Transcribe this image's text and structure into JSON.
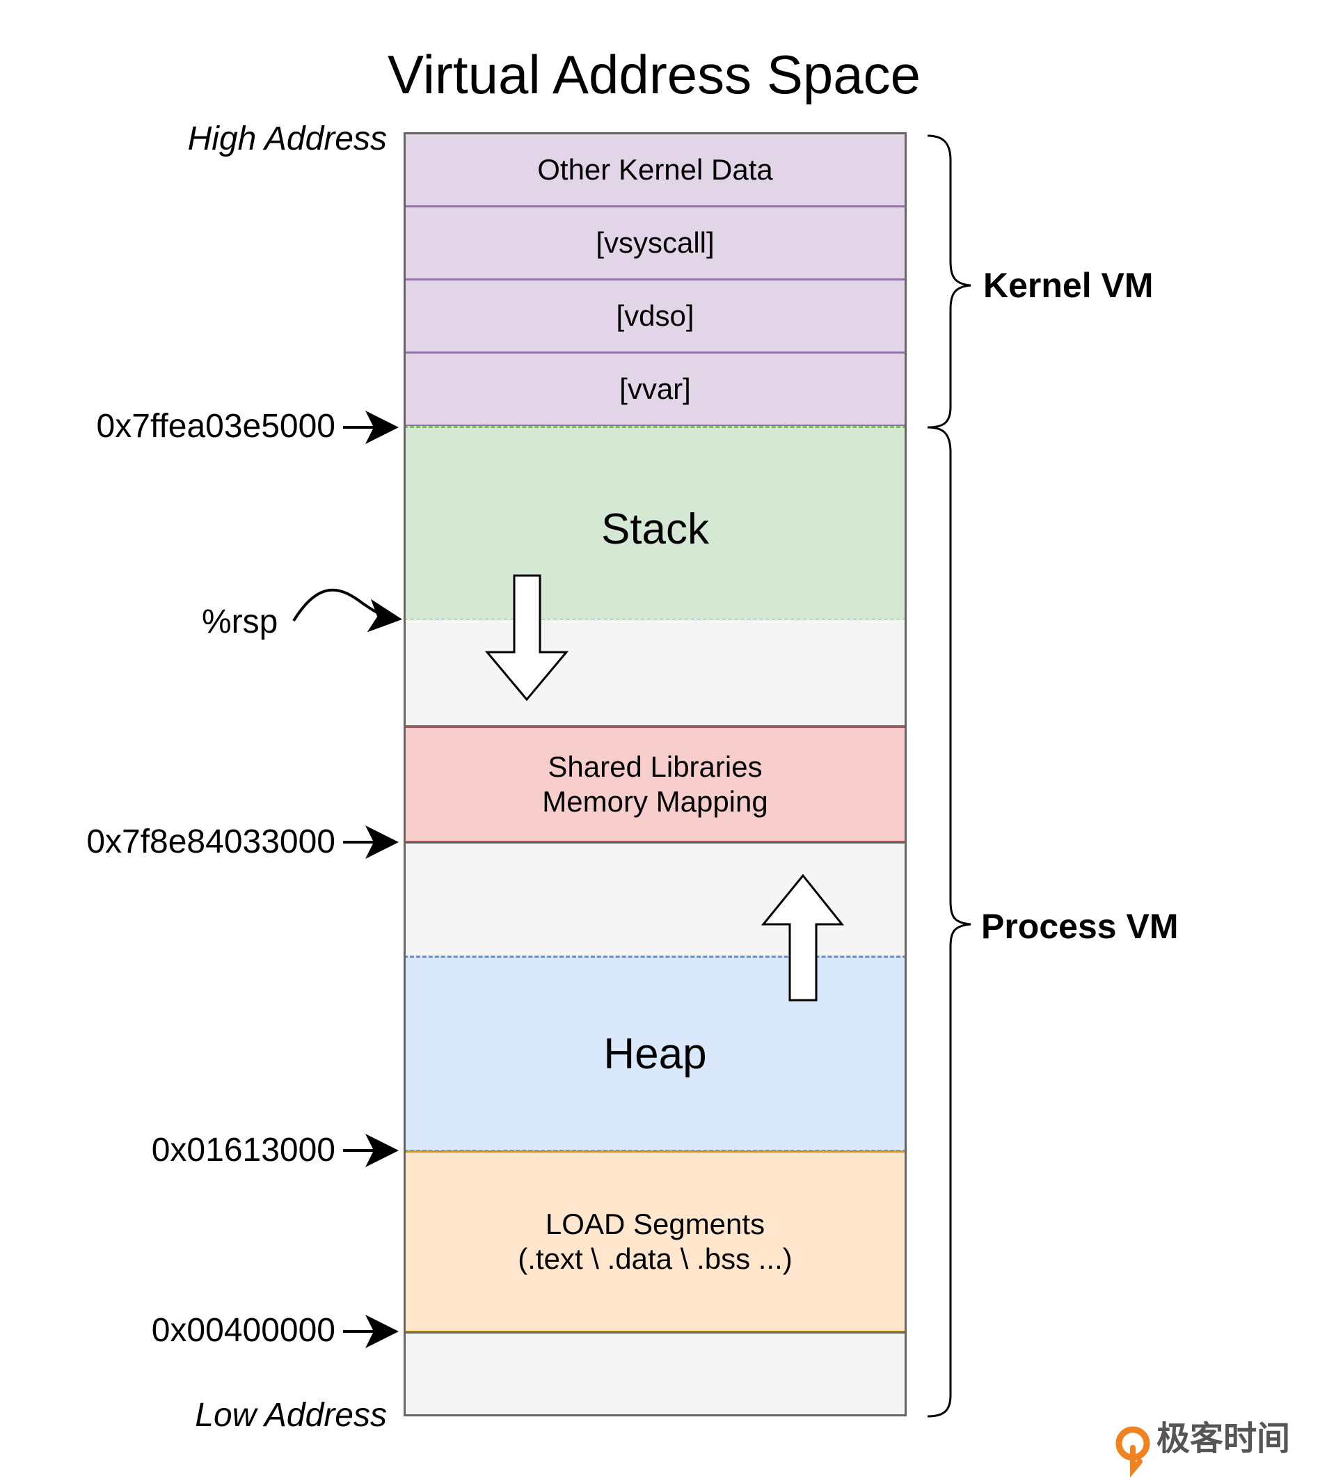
{
  "title": "Virtual Address Space",
  "edge_labels": {
    "high": "High Address",
    "low": "Low Address"
  },
  "segments": {
    "other_kernel": "Other Kernel Data",
    "vsyscall": "[vsyscall]",
    "vdso": "[vdso]",
    "vvar": "[vvar]",
    "stack": "Stack",
    "shared": "Shared Libraries\nMemory Mapping",
    "heap": "Heap",
    "load": "LOAD Segments\n(.text \\ .data \\ .bss ...)"
  },
  "addresses": {
    "kernel_boundary": "0x7ffea03e5000",
    "rsp": "%rsp",
    "mmap_base": "0x7f8e84033000",
    "heap_start": "0x01613000",
    "load_start": "0x00400000"
  },
  "regions": {
    "kernel": "Kernel VM",
    "process": "Process VM"
  },
  "brand": "极客时间",
  "colors": {
    "kernel_fill": "#e1d5e7",
    "kernel_stroke": "#9673a6",
    "stack_fill": "#d5e8d4",
    "stack_stroke": "#82b366",
    "shared_fill": "#f8cecc",
    "shared_stroke": "#b85450",
    "heap_fill": "#dae8fc",
    "heap_stroke": "#6c8ebf",
    "load_fill": "#ffe6cc",
    "load_stroke": "#d79b00",
    "gap_fill": "#f5f5f5",
    "gap_stroke": "#666666",
    "brand_orange": "#f0831f"
  }
}
